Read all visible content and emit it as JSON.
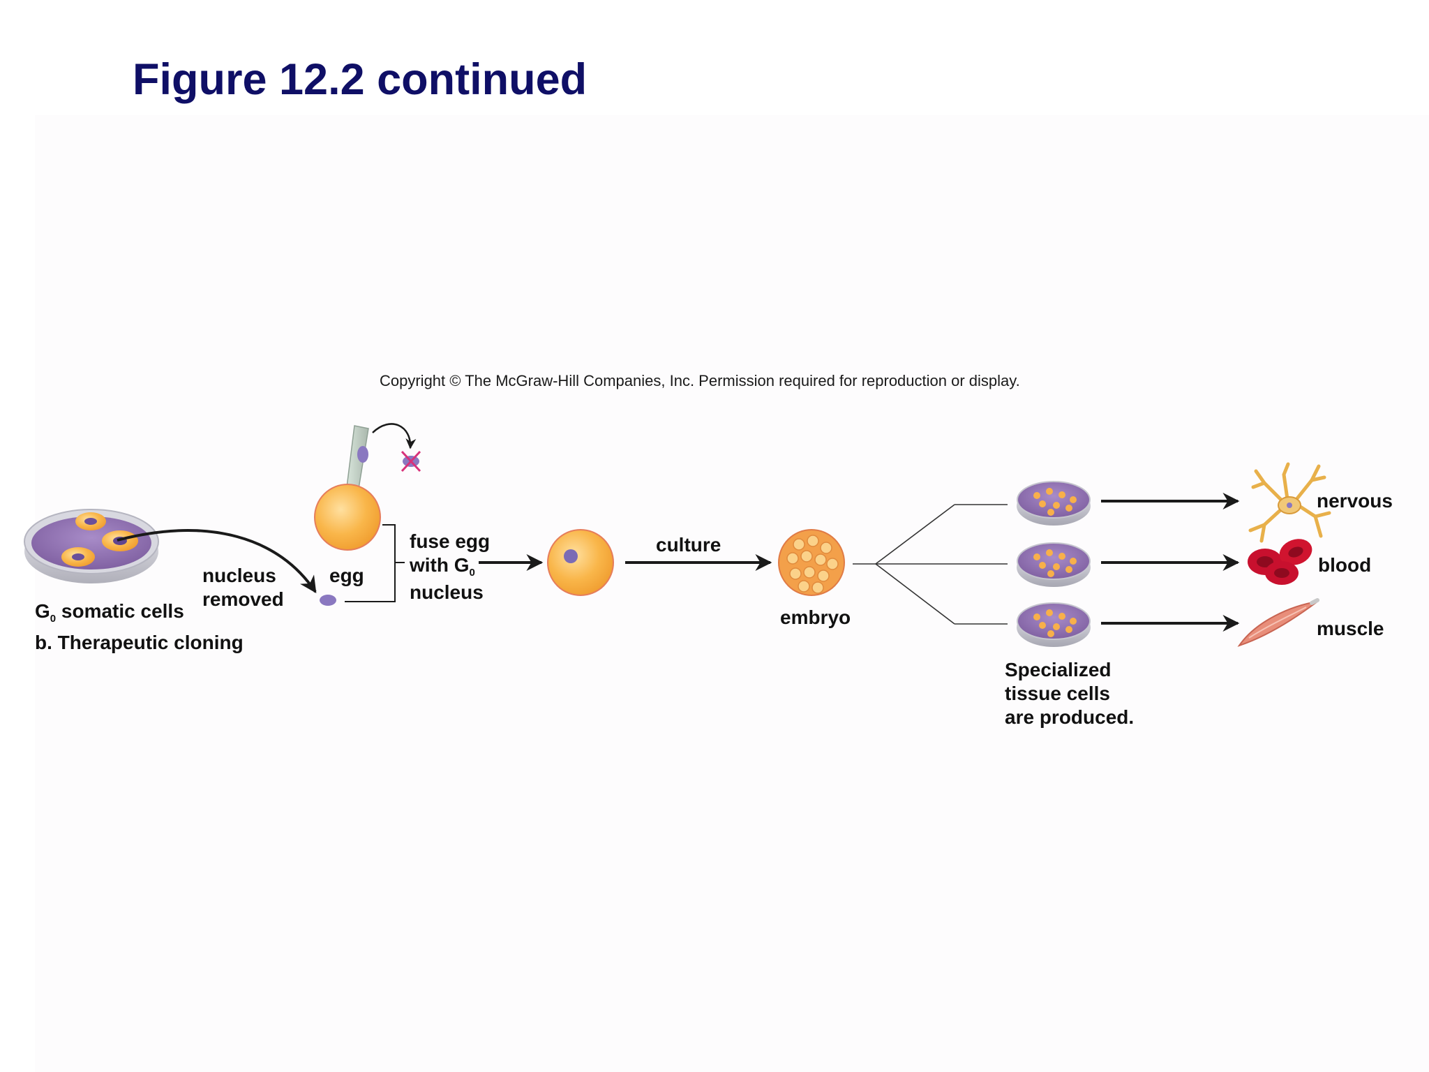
{
  "slide": {
    "title": "Figure 12.2 continued"
  },
  "copyright": "Copyright © The McGraw-Hill Companies, Inc. Permission required for reproduction or display.",
  "labels": {
    "somatic_g": "G",
    "somatic_sub": "0",
    "somatic_rest": " somatic cells",
    "panel_caption": "b. Therapeutic cloning",
    "nucleus_removed_1": "nucleus",
    "nucleus_removed_2": "removed",
    "egg": "egg",
    "fuse_1": "fuse egg",
    "fuse_2_prefix": "with G",
    "fuse_2_sub": "0",
    "fuse_3": "nucleus",
    "culture": "culture",
    "embryo": "embryo",
    "specialized_1": "Specialized",
    "specialized_2": "tissue cells",
    "specialized_3": "are produced.",
    "outputs": [
      "nervous",
      "blood",
      "muscle"
    ]
  },
  "colors": {
    "title": "#0f0f66",
    "dish_medium": "#8a6aa8",
    "cell_orange": "#f5a623",
    "nucleus_purple": "#7b6bb5",
    "reject_mark": "#d8327a",
    "blood_red": "#c8102e"
  }
}
